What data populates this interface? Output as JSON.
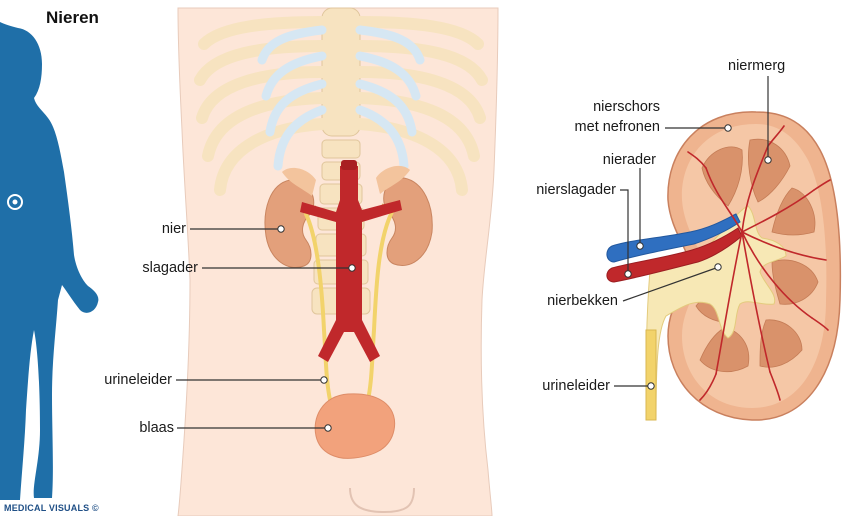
{
  "title": "Nieren",
  "credit": "MEDICAL VISUALS ©",
  "labels": {
    "nier": "nier",
    "slagader": "slagader",
    "urineleider_body": "urineleider",
    "blaas": "blaas",
    "niermerg": "niermerg",
    "nierschors_line1": "nierschors",
    "nierschors_line2": "met nefronen",
    "nierader": "nierader",
    "nierslagader": "nierslagader",
    "nierbekken": "nierbekken",
    "urineleider_kidney": "urineleider"
  },
  "colors": {
    "silhouette": "#1f6fa8",
    "skin": "#fde6d8",
    "bone": "#f7e3c0",
    "cartilage": "#d6e7f3",
    "artery": "#c0282b",
    "vein": "#2f6fc0",
    "ureter": "#f2d36b",
    "kidney": "#e3a07b",
    "medulla": "#d8956f",
    "pelvis": "#f7e8b5",
    "bladder": "#f2a27c"
  }
}
